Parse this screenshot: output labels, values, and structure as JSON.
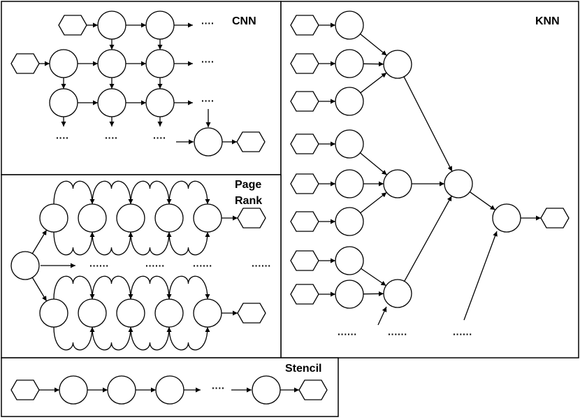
{
  "panels": {
    "cnn": {
      "title": "CNN"
    },
    "knn": {
      "title": "KNN"
    },
    "pagerank": {
      "title_line1": "Page",
      "title_line2": "Rank"
    },
    "stencil": {
      "title": "Stencil"
    }
  },
  "ellipsis": {
    "short": "····",
    "long": "······"
  },
  "colors": {
    "stroke": "#000000",
    "fill": "#ffffff"
  }
}
